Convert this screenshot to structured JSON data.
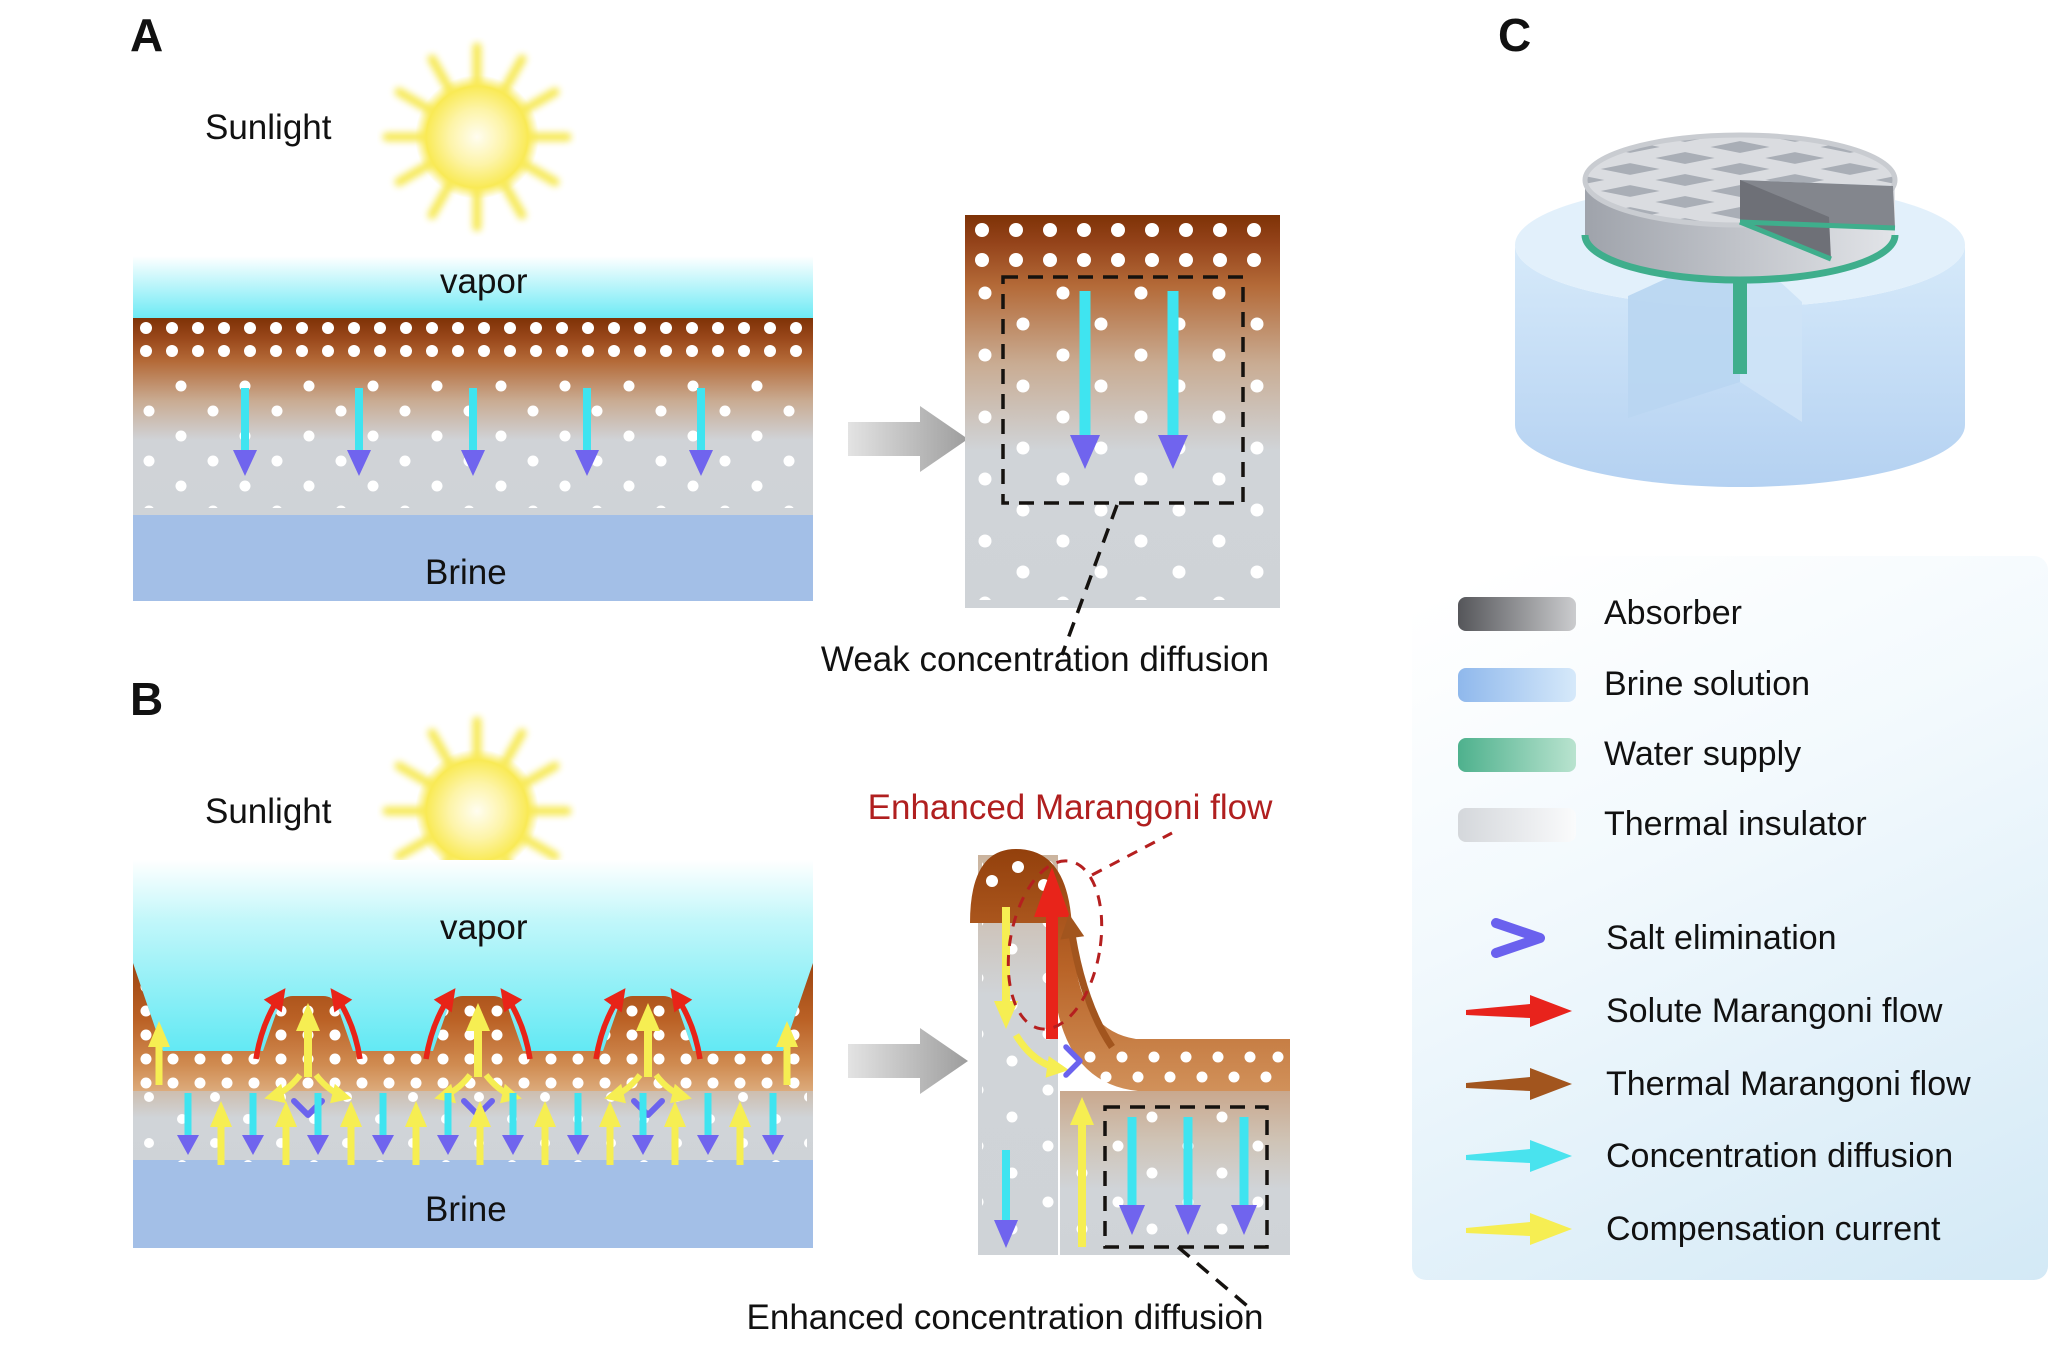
{
  "panels": {
    "a": {
      "label": "A",
      "sunlight": "Sunlight",
      "vapor": "vapor",
      "brine": "Brine",
      "caption": "Weak concentration diffusion"
    },
    "b": {
      "label": "B",
      "sunlight": "Sunlight",
      "vapor": "vapor",
      "brine": "Brine",
      "annotation": "Enhanced Marangoni flow",
      "caption": "Enhanced concentration diffusion"
    },
    "c": {
      "label": "C"
    }
  },
  "legend": {
    "materials": [
      {
        "label": "Absorber",
        "color_start": "#55565a",
        "color_end": "#cbccce"
      },
      {
        "label": "Brine solution",
        "color_start": "#8fb8ec",
        "color_end": "#d6e9fa"
      },
      {
        "label": "Water supply",
        "color_start": "#4eb18d",
        "color_end": "#b9e3cf"
      },
      {
        "label": "Thermal insulator",
        "color_start": "#d4d7db",
        "color_end": "#fafbfc"
      }
    ],
    "flows": [
      {
        "label": "Salt elimination",
        "color": "#6a61ee",
        "icon": "chevron-arrow"
      },
      {
        "label": "Solute Marangoni flow",
        "color": "#e8231c",
        "icon": "tapered-arrow"
      },
      {
        "label": "Thermal Marangoni flow",
        "color": "#a2551e",
        "icon": "tapered-arrow"
      },
      {
        "label": "Concentration diffusion",
        "color": "#49e3ee",
        "icon": "tapered-arrow"
      },
      {
        "label": "Compensation current",
        "color": "#f6ee52",
        "icon": "tapered-arrow"
      }
    ]
  },
  "colors": {
    "annotation_red": "#b01f1f",
    "brine_fill": "#a3bfe7",
    "vapor_cyan": "#5ce8f3",
    "absorber_brown": "#9c4410"
  }
}
